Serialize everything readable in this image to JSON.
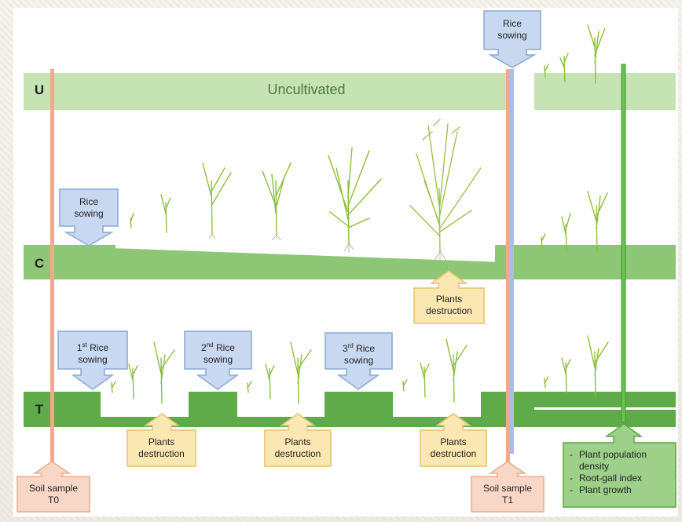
{
  "rows": {
    "U": {
      "label": "U",
      "text": "Uncultivated"
    },
    "C": {
      "label": "C"
    },
    "T": {
      "label": "T"
    }
  },
  "callouts": {
    "rice_sowing_top": {
      "line1": "Rice",
      "line2": "sowing"
    },
    "rice_sowing_c": {
      "line1": "Rice",
      "line2": "sowing"
    },
    "t_sowing_1": {
      "num": "1",
      "sup": "st",
      "rest": " Rice",
      "line2": "sowing"
    },
    "t_sowing_2": {
      "num": "2",
      "sup": "nd",
      "rest": " Rice",
      "line2": "sowing"
    },
    "t_sowing_3": {
      "num": "3",
      "sup": "rd",
      "rest": " Rice",
      "line2": "sowing"
    },
    "destruction_c": {
      "line1": "Plants",
      "line2": "destruction"
    },
    "destruction_t1": {
      "line1": "Plants",
      "line2": "destruction"
    },
    "destruction_t2": {
      "line1": "Plants",
      "line2": "destruction"
    },
    "destruction_t3": {
      "line1": "Plants",
      "line2": "destruction"
    },
    "soil_t0": {
      "line1": "Soil sample",
      "line2": "T0"
    },
    "soil_t1": {
      "line1": "Soil sample",
      "line2": "T1"
    }
  },
  "results": {
    "items": [
      "Plant population density",
      "Root-gall index",
      "Plant growth"
    ]
  },
  "colors": {
    "u_band": "#c6e3b4",
    "c_band": "#8dc776",
    "t_band": "#5faa49",
    "sowing_fill": "#c9d8f1",
    "sowing_stroke": "#8aa7d6",
    "destruction_fill": "#fbe7b2",
    "destruction_stroke": "#e6c26a",
    "soil_fill": "#f9d7c6",
    "soil_stroke": "#f0a98c",
    "result_fill": "#9ed08a",
    "result_stroke": "#59a83e"
  }
}
